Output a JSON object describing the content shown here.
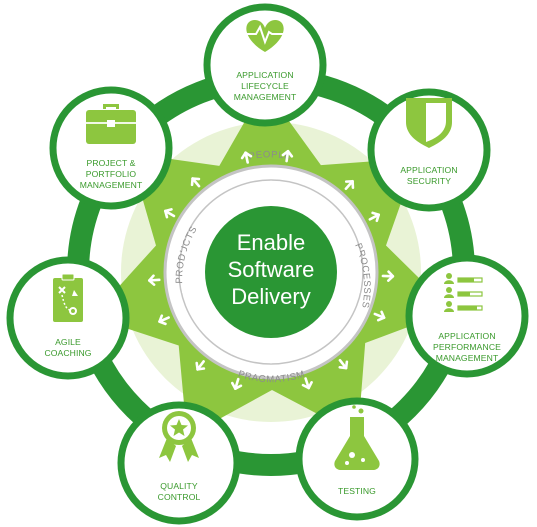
{
  "center": {
    "lines": [
      "Enable",
      "Software",
      "Delivery"
    ]
  },
  "ring_words": {
    "top": "PEOPLE",
    "right": "PROCESSES",
    "bottom": "PRAGMATISM",
    "left": "PRODUCTS"
  },
  "nodes": [
    {
      "id": "alm",
      "icon": "heart-pulse-icon",
      "lines": [
        "APPLICATION",
        "LIFECYCLE",
        "MANAGEMENT"
      ]
    },
    {
      "id": "security",
      "icon": "shield-icon",
      "lines": [
        "APPLICATION",
        "SECURITY"
      ]
    },
    {
      "id": "apm",
      "icon": "team-bars-icon",
      "lines": [
        "APPLICATION",
        "PERFORMANCE",
        "MANAGEMENT"
      ]
    },
    {
      "id": "testing",
      "icon": "flask-icon",
      "lines": [
        "TESTING"
      ]
    },
    {
      "id": "quality",
      "icon": "award-ribbon-icon",
      "lines": [
        "QUALITY",
        "CONTROL"
      ]
    },
    {
      "id": "agile",
      "icon": "clipboard-play-icon",
      "lines": [
        "AGILE",
        "COACHING"
      ]
    },
    {
      "id": "ppm",
      "icon": "briefcase-icon",
      "lines": [
        "PROJECT &",
        "PORTFOLIO",
        "MANAGEMENT"
      ]
    }
  ],
  "colors": {
    "dark_green": "#2a9634",
    "light_green": "#8dc63f",
    "pale_green": "#d7e9b5",
    "ring_gray": "#bdbdbd",
    "label_green": "#3a9a2c"
  }
}
